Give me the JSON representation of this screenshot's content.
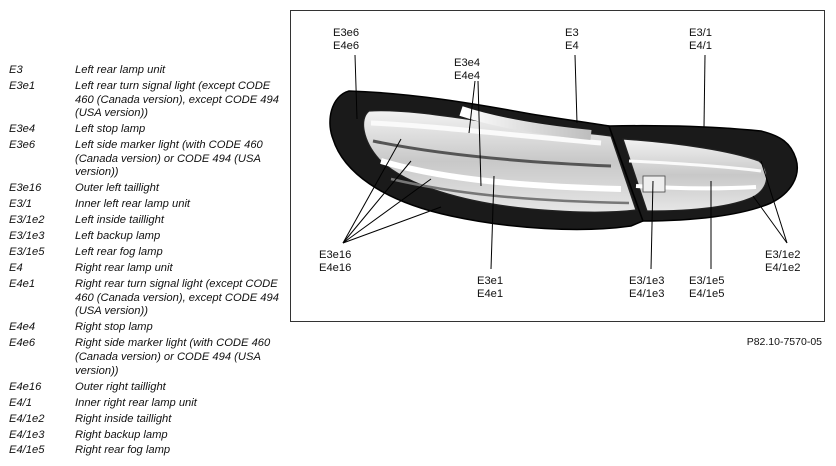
{
  "legend": [
    {
      "code": "E3",
      "desc": "Left rear lamp unit"
    },
    {
      "code": "E3e1",
      "desc": "Left rear turn signal light (except CODE 460 (Canada version), except CODE 494 (USA version))"
    },
    {
      "code": "E3e4",
      "desc": "Left stop lamp"
    },
    {
      "code": "E3e6",
      "desc": "Left side marker light (with CODE 460 (Canada version) or CODE 494 (USA version))"
    },
    {
      "code": "E3e16",
      "desc": "Outer left taillight"
    },
    {
      "code": "E3/1",
      "desc": "Inner left rear lamp unit"
    },
    {
      "code": "E3/1e2",
      "desc": "Left inside taillight"
    },
    {
      "code": "E3/1e3",
      "desc": "Left backup lamp"
    },
    {
      "code": "E3/1e5",
      "desc": "Left rear fog lamp"
    },
    {
      "code": "E4",
      "desc": "Right rear lamp unit"
    },
    {
      "code": "E4e1",
      "desc": "Right rear turn signal light (except CODE 460 (Canada version), except CODE 494 (USA version))"
    },
    {
      "code": "E4e4",
      "desc": "Right stop lamp"
    },
    {
      "code": "E4e6",
      "desc": "Right side marker light (with CODE 460 (Canada version) or CODE 494 (USA version))"
    },
    {
      "code": "E4e16",
      "desc": "Outer right taillight"
    },
    {
      "code": "E4/1",
      "desc": "Inner right rear lamp unit"
    },
    {
      "code": "E4/1e2",
      "desc": "Right inside taillight"
    },
    {
      "code": "E4/1e3",
      "desc": "Right backup lamp"
    },
    {
      "code": "E4/1e5",
      "desc": "Right rear fog lamp"
    }
  ],
  "callouts": {
    "e6": {
      "line1": "E3e6",
      "line2": "E4e6"
    },
    "e4": {
      "line1": "E3e4",
      "line2": "E4e4"
    },
    "unit": {
      "line1": "E3",
      "line2": "E4"
    },
    "inner": {
      "line1": "E3/1",
      "line2": "E4/1"
    },
    "e16": {
      "line1": "E3e16",
      "line2": "E4e16"
    },
    "e1": {
      "line1": "E3e1",
      "line2": "E4e1"
    },
    "e13": {
      "line1": "E3/1e3",
      "line2": "E4/1e3"
    },
    "e15": {
      "line1": "E3/1e5",
      "line2": "E4/1e5"
    },
    "e12": {
      "line1": "E3/1e2",
      "line2": "E4/1e2"
    }
  },
  "figure_ref": "P82.10-7570-05"
}
